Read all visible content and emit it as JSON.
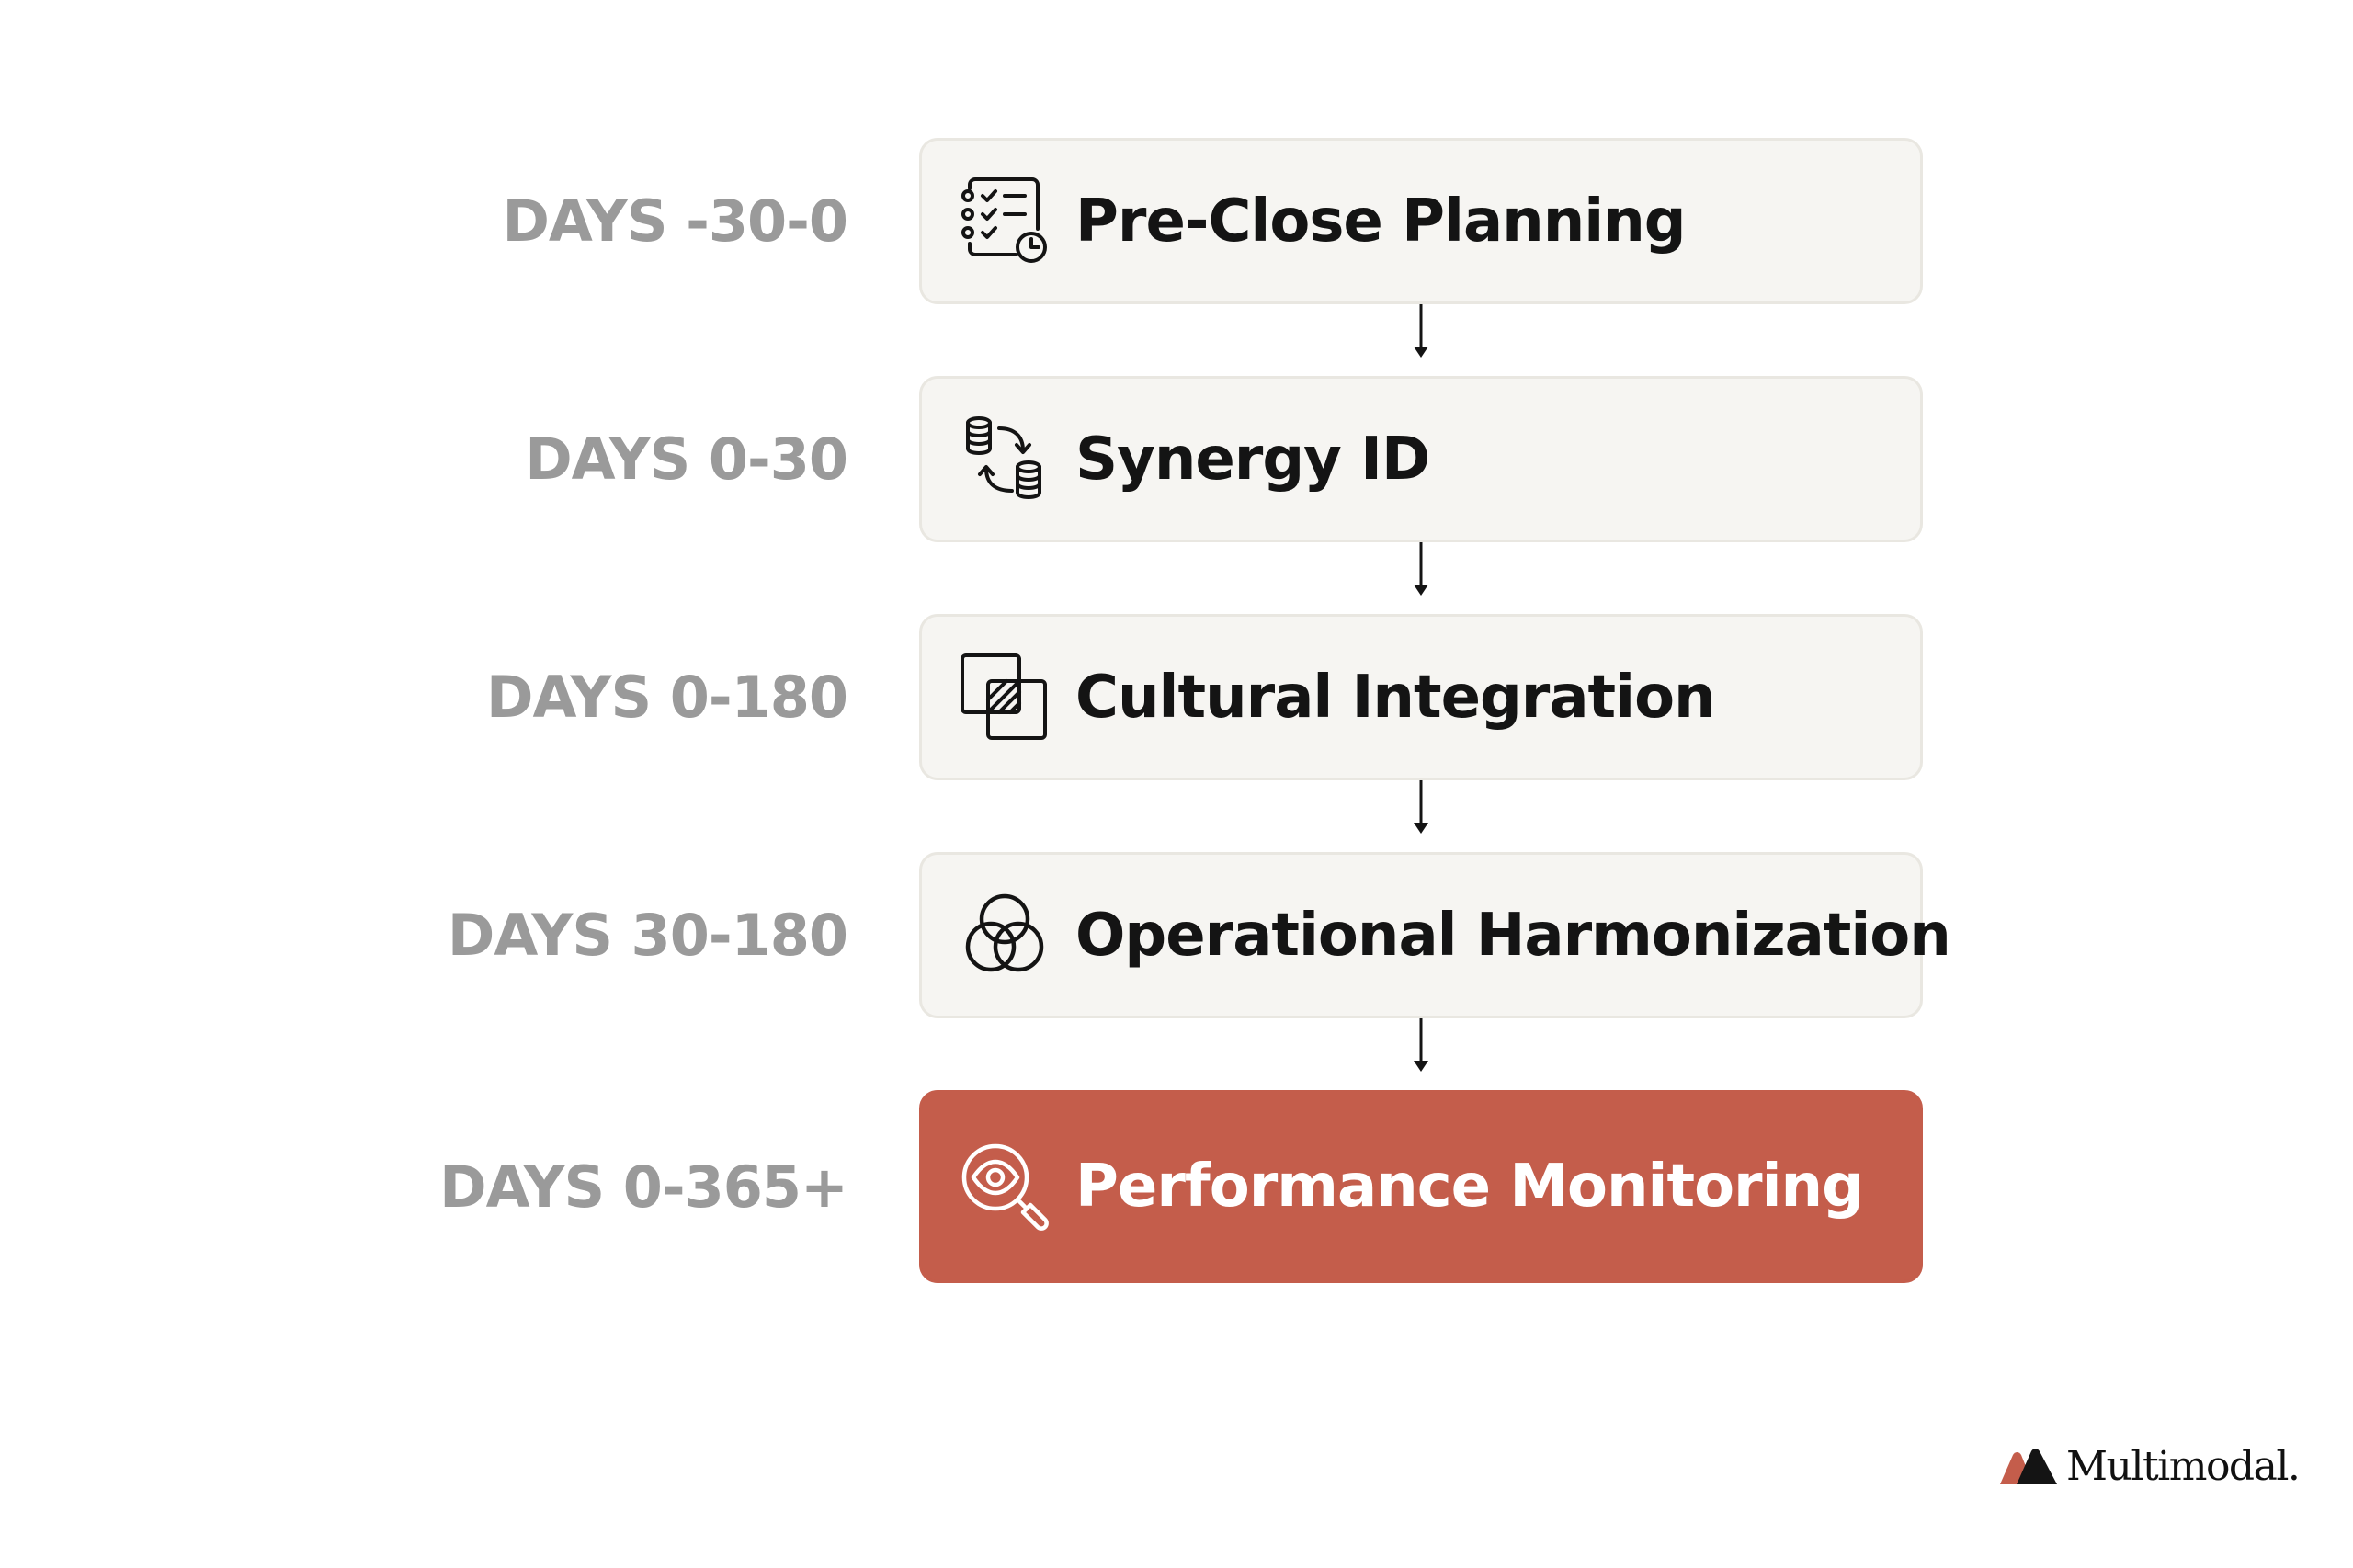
{
  "stages": [
    {
      "days": "DAYS -30-0",
      "title": "Pre-Close Planning",
      "icon": "checklist-clock-icon",
      "highlight": false
    },
    {
      "days": "DAYS 0-30",
      "title": "Synergy ID",
      "icon": "database-sync-icon",
      "highlight": false
    },
    {
      "days": "DAYS 0-180",
      "title": "Cultural Integration",
      "icon": "overlapping-squares-icon",
      "highlight": false
    },
    {
      "days": "DAYS 30-180",
      "title": "Operational Harmonization",
      "icon": "three-circles-icon",
      "highlight": false
    },
    {
      "days": "DAYS 0-365+",
      "title": "Performance Monitoring",
      "icon": "eye-magnifier-icon",
      "highlight": true
    }
  ],
  "brand": {
    "name": "Multimodal."
  },
  "colors": {
    "box_fill": "#f6f5f2",
    "box_border": "#e9e7e1",
    "accent": "#c45d4b",
    "day_label": "#9a9a9a",
    "title_text": "#141414"
  }
}
